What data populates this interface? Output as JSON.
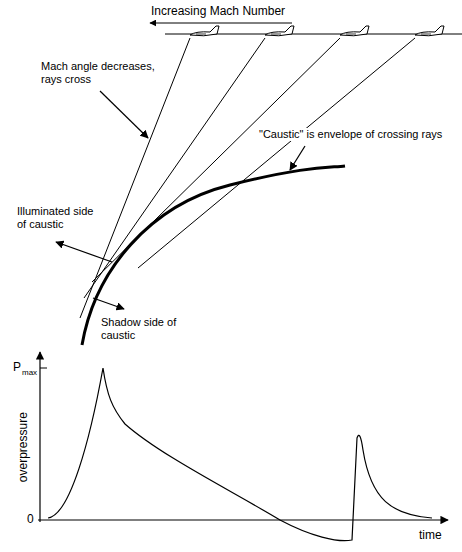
{
  "diagram": {
    "labels": [
      "Increasing Mach Number",
      "Mach angle decreases, rays cross",
      "\"Caustic\" is envelope of crossing rays",
      "Illuminated side of caustic",
      "Shadow side of caustic",
      "P",
      "max",
      "overpressure",
      "0",
      "time"
    ]
  }
}
